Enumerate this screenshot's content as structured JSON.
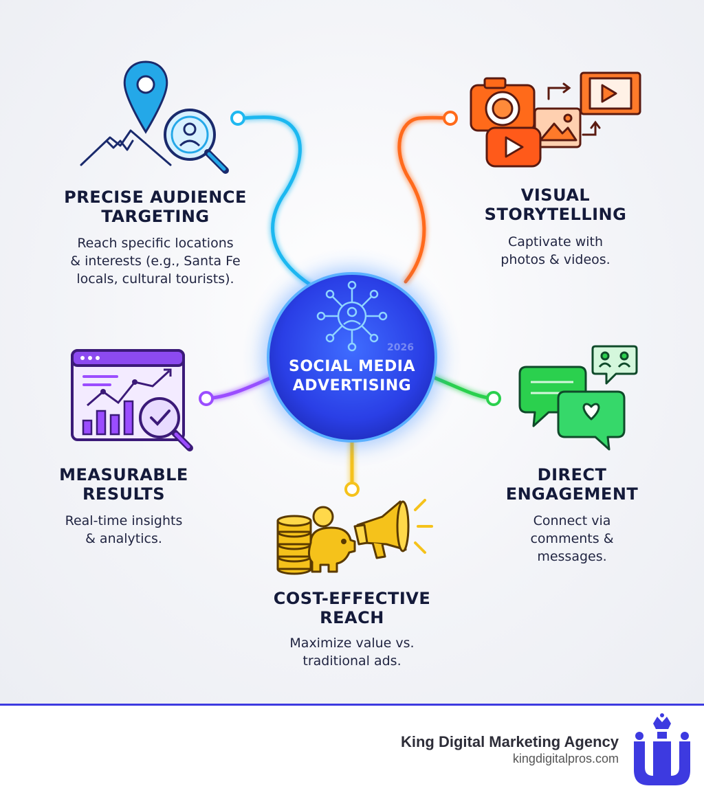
{
  "hub": {
    "title_line1": "SOCIAL MEDIA",
    "title_line2": "ADVERTISING",
    "year": "2026",
    "icon": "network-people-icon"
  },
  "benefits": [
    {
      "id": "targeting",
      "heading_line1": "PRECISE AUDIENCE",
      "heading_line2": "TARGETING",
      "desc_line1": "Reach specific locations",
      "desc_line2": "& interests (e.g., Santa Fe",
      "desc_line3": "locals, cultural tourists).",
      "icon": "map-pin-search-icon",
      "color": "#1fb8f0"
    },
    {
      "id": "storytelling",
      "heading_line1": "VISUAL",
      "heading_line2": "STORYTELLING",
      "desc_line1": "Captivate with",
      "desc_line2": "photos & videos.",
      "icon": "camera-media-icon",
      "color": "#ff6a1a"
    },
    {
      "id": "results",
      "heading_line1": "MEASURABLE",
      "heading_line2": "RESULTS",
      "desc_line1": "Real-time insights",
      "desc_line2": "& analytics.",
      "icon": "analytics-chart-icon",
      "color": "#9b4dff"
    },
    {
      "id": "engagement",
      "heading_line1": "DIRECT",
      "heading_line2": "ENGAGEMENT",
      "desc_line1": "Connect via",
      "desc_line2": "comments &",
      "desc_line3": "messages.",
      "icon": "chat-bubbles-icon",
      "color": "#2bd04e"
    },
    {
      "id": "cost",
      "heading_line1": "COST-EFFECTIVE",
      "heading_line2": "REACH",
      "desc_line1": "Maximize value vs.",
      "desc_line2": "traditional ads.",
      "icon": "piggy-bank-megaphone-icon",
      "color": "#f5c21b"
    }
  ],
  "footer": {
    "brand_name": "King Digital Marketing Agency",
    "brand_url": "kingdigitalpros.com",
    "logo_icon": "crown-logo-icon",
    "accent": "#3d3ae0"
  }
}
